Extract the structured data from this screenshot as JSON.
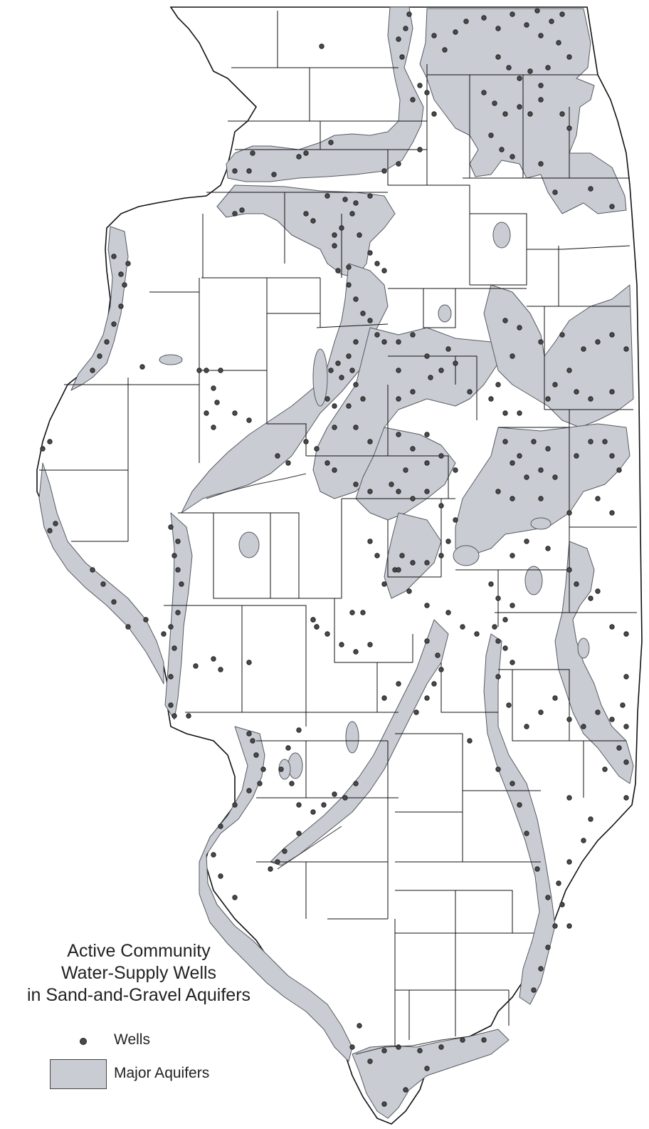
{
  "map": {
    "colors": {
      "aquifer_fill": "#c9ccd3",
      "aquifer_stroke": "#555a62",
      "county_line": "#111111",
      "well_fill": "#4a4a4a",
      "background": "#ffffff"
    },
    "title_lines": [
      "Active Community",
      "Water-Supply Wells",
      "in Sand-and-Gravel Aquifers"
    ],
    "legend": {
      "wells_label": "Wells",
      "aquifers_label": "Major Aquifers"
    }
  }
}
